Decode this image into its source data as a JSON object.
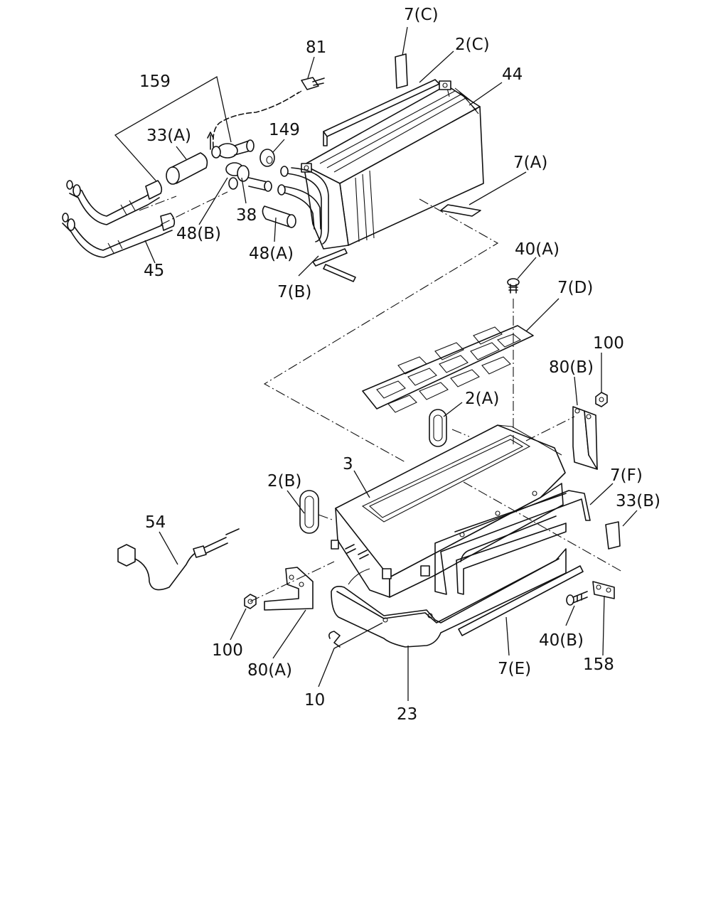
{
  "callouts": {
    "c7c": "7(C)",
    "c81": "81",
    "c2c": "2(C)",
    "c44": "44",
    "c159": "159",
    "c33a": "33(A)",
    "c149": "149",
    "c7a": "7(A)",
    "c38": "38",
    "c48b": "48(B)",
    "c48a": "48(A)",
    "c45": "45",
    "c7b": "7(B)",
    "c40a": "40(A)",
    "c7d": "7(D)",
    "c100r": "100",
    "c80b": "80(B)",
    "c2a": "2(A)",
    "c3": "3",
    "c7f": "7(F)",
    "c2b": "2(B)",
    "c33b": "33(B)",
    "c54": "54",
    "c100l": "100",
    "c80a": "80(A)",
    "c40b": "40(B)",
    "c7e": "7(E)",
    "c158": "158",
    "c10": "10",
    "c23": "23"
  }
}
